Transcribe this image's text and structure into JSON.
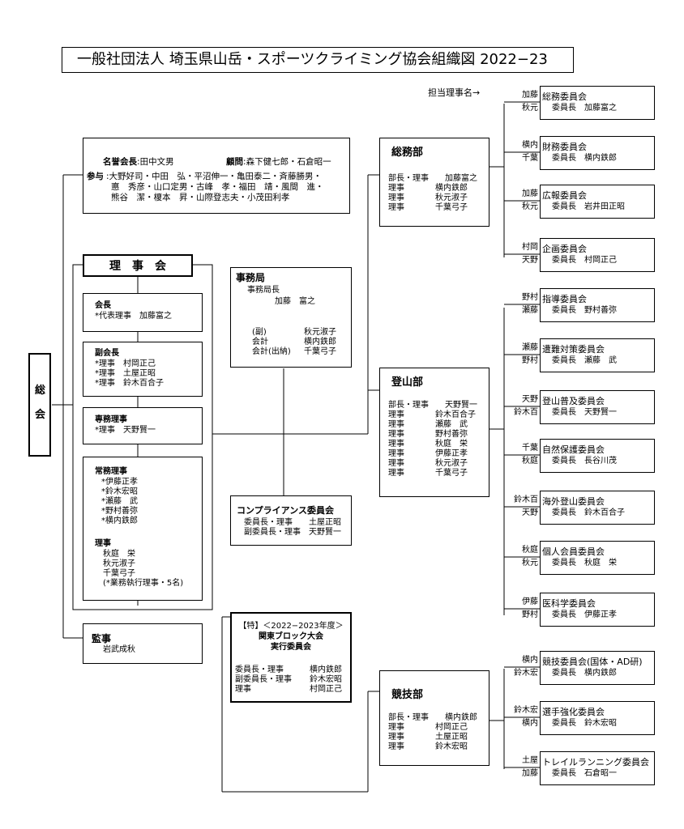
{
  "title": "一般社団法人 埼玉県山岳・スポーツクライミング協会組織図 2022−23",
  "tanto_label": "担当理事名→",
  "sokai": "総\n会",
  "honors": {
    "meiyo_label": "名誉会長",
    "meiyo_value": ":田中文男",
    "komon_label": "顧問",
    "komon_value": ":森下健七郎・石倉昭一",
    "sanyo_label": "参与",
    "sanyo_lines": [
      ":大野好司・中田　弘・平沼伸一・亀田泰二・斉藤勝男・",
      "悳　秀彦・山口定男・古峰　孝・福田　靖・風間　進・",
      "熊谷　潔・榎本　昇・山際登志夫・小茂田利孝"
    ]
  },
  "rijikai": {
    "title": "理　事　会",
    "kaicho": {
      "label": "会長",
      "lines": [
        "*代表理事　加藤富之"
      ]
    },
    "fukukaicho": {
      "label": "副会長",
      "lines": [
        "*理事　村岡正己",
        "*理事　土屋正昭",
        "*理事　鈴木百合子"
      ]
    },
    "senmu": {
      "label": "専務理事",
      "lines": [
        "*理事　天野賢一"
      ]
    },
    "jomu": {
      "label": "常務理事",
      "lines": [
        "*伊藤正孝",
        "*鈴木宏昭",
        "*瀬藤　武",
        "*野村善弥",
        "*横内鉄郎"
      ]
    },
    "riji": {
      "label": "理事",
      "lines": [
        "秋庭　栄",
        "秋元淑子",
        "千葉弓子",
        "(*業務執行理事・5名)"
      ]
    }
  },
  "kanji": {
    "label": "監事",
    "name": "岩武成秋"
  },
  "jimukyoku": {
    "label": "事務局",
    "sub": "事務局長",
    "head": "加藤　富之",
    "rows": [
      [
        "(副)",
        "秋元淑子"
      ],
      [
        "会計",
        "横内鉄郎"
      ],
      [
        "会計(出納)",
        "千葉弓子"
      ]
    ]
  },
  "compliance": {
    "title": "コンプライアンス委員会",
    "rows": [
      [
        "委員長・理事",
        "土屋正昭"
      ],
      [
        "副委員長・理事",
        "天野賢一"
      ]
    ]
  },
  "kanto": {
    "line1": "【特】＜2022−2023年度＞",
    "line2": "関東ブロック大会",
    "line3": "実行委員会",
    "rows": [
      [
        "委員長・理事",
        "横内鉄郎"
      ],
      [
        "副委員長・理事",
        "鈴木宏昭"
      ],
      [
        "理事",
        "村岡正己"
      ]
    ]
  },
  "departments": [
    {
      "name": "総務部",
      "rows": [
        [
          "部長・理事",
          "加藤富之"
        ],
        [
          "理事",
          "横内鉄郎"
        ],
        [
          "理事",
          "秋元淑子"
        ],
        [
          "理事",
          "千葉弓子"
        ]
      ]
    },
    {
      "name": "登山部",
      "rows": [
        [
          "部長・理事",
          "天野賢一"
        ],
        [
          "理事",
          "鈴木百合子"
        ],
        [
          "理事",
          "瀬藤　武"
        ],
        [
          "理事",
          "野村善弥"
        ],
        [
          "理事",
          "秋庭　栄"
        ],
        [
          "理事",
          "伊藤正孝"
        ],
        [
          "理事",
          "秋元淑子"
        ],
        [
          "理事",
          "千葉弓子"
        ]
      ]
    },
    {
      "name": "競技部",
      "rows": [
        [
          "部長・理事",
          "横内鉄郎"
        ],
        [
          "理事",
          "村岡正己"
        ],
        [
          "理事",
          "土屋正昭"
        ],
        [
          "理事",
          "鈴木宏昭"
        ]
      ]
    }
  ],
  "committees": [
    {
      "t1": "加藤",
      "t2": "秋元",
      "name": "総務委員会",
      "chair": "委員長　加藤富之"
    },
    {
      "t1": "横内",
      "t2": "千葉",
      "name": "財務委員会",
      "chair": "委員長　横内鉄郎"
    },
    {
      "t1": "加藤",
      "t2": "秋元",
      "name": "広報委員会",
      "chair": "委員長　岩井田正昭"
    },
    {
      "t1": "村岡",
      "t2": "天野",
      "name": "企画委員会",
      "chair": "委員長　村岡正己"
    },
    {
      "t1": "野村",
      "t2": "瀬藤",
      "name": "指導委員会",
      "chair": "委員長　野村善弥"
    },
    {
      "t1": "瀬藤",
      "t2": "野村",
      "name": "遭難対策委員会",
      "chair": "委員長　瀬藤　武"
    },
    {
      "t1": "天野",
      "t2": "鈴木百",
      "name": "登山普及委員会",
      "chair": "委員長　天野賢一"
    },
    {
      "t1": "千葉",
      "t2": "秋庭",
      "name": "自然保護委員会",
      "chair": "委員長　長谷川茂"
    },
    {
      "t1": "鈴木百",
      "t2": "天野",
      "name": "海外登山委員会",
      "chair": "委員長　鈴木百合子"
    },
    {
      "t1": "秋庭",
      "t2": "秋元",
      "name": "個人会員委員会",
      "chair": "委員長　秋庭　栄"
    },
    {
      "t1": "伊藤",
      "t2": "野村",
      "name": "医科学委員会",
      "chair": "委員長　伊藤正孝"
    },
    {
      "t1": "横内",
      "t2": "鈴木宏",
      "name": "競技委員会(国体・AD研)",
      "chair": "委員長　横内鉄郎"
    },
    {
      "t1": "鈴木宏",
      "t2": "横内",
      "name": "選手強化委員会",
      "chair": "委員長　鈴木宏昭"
    },
    {
      "t1": "土屋",
      "t2": "加藤",
      "name": "トレイルランニング委員会",
      "chair": "委員長　石倉昭一"
    }
  ]
}
